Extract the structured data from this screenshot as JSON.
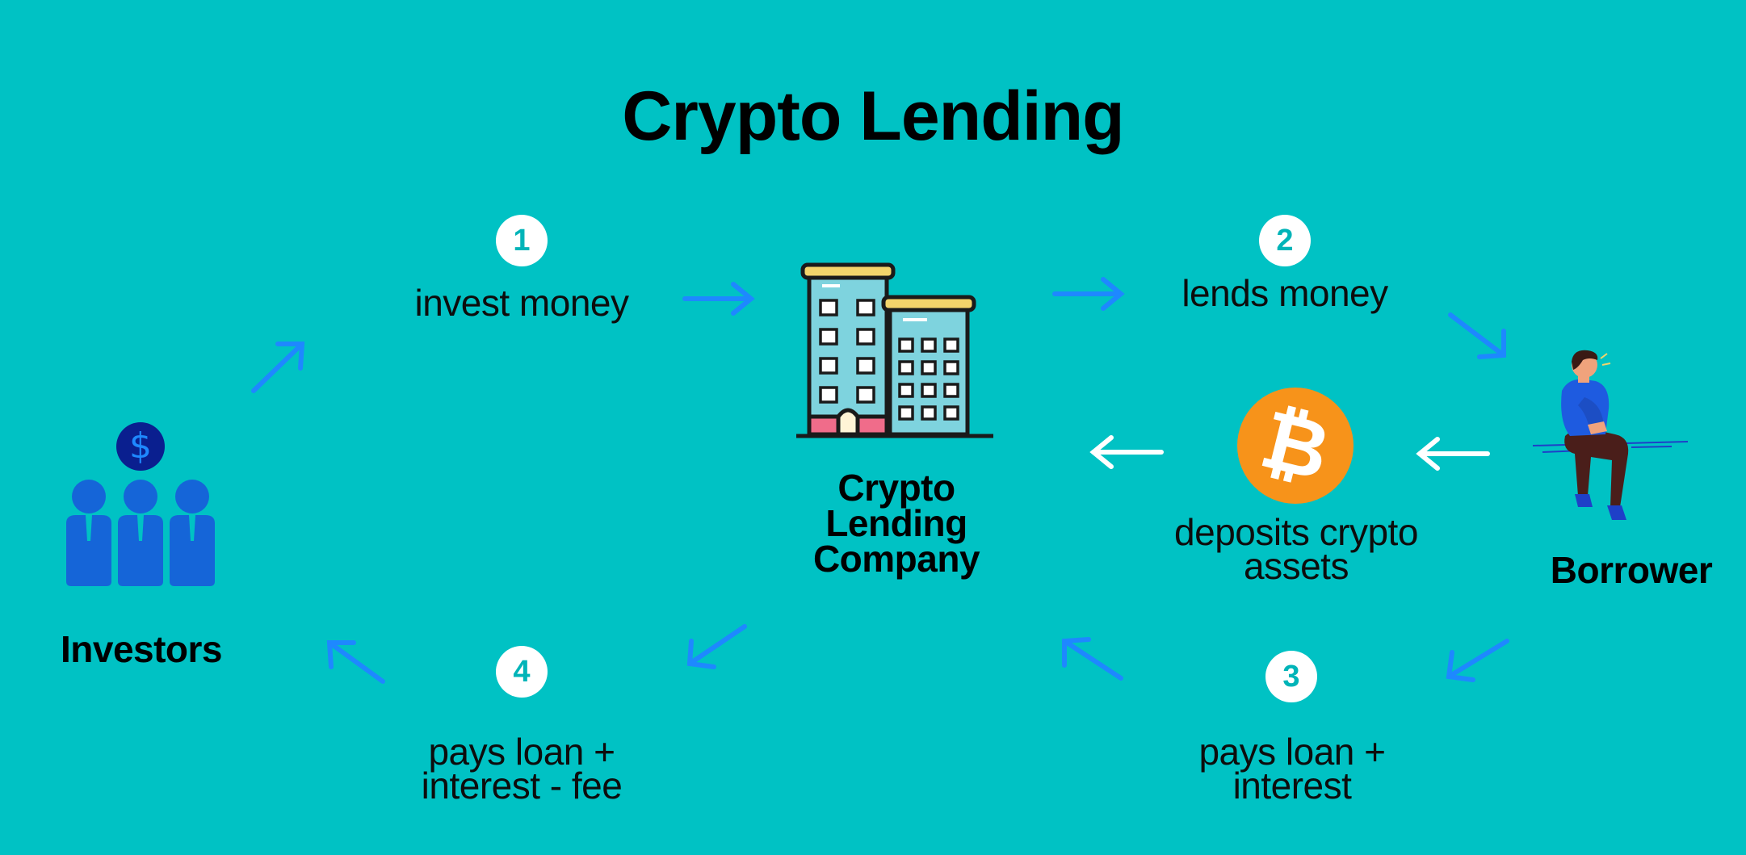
{
  "title": "Crypto Lending",
  "actors": {
    "investors": "Investors",
    "company_line1": "Crypto",
    "company_line2": "Lending",
    "company_line3": "Company",
    "borrower": "Borrower"
  },
  "steps": [
    {
      "number": "1",
      "label": "invest money"
    },
    {
      "number": "2",
      "label": "lends money"
    },
    {
      "number": "3",
      "label_line1": "pays loan +",
      "label_line2": "interest"
    },
    {
      "number": "4",
      "label_line1": "pays loan +",
      "label_line2": "interest - fee"
    }
  ],
  "collateral": {
    "label_line1": "deposits crypto",
    "label_line2": "assets",
    "symbol": "₿"
  },
  "investor_icon_symbol": "$",
  "colors": {
    "background": "#00C2C4",
    "arrow_blue": "#1E88FF",
    "arrow_white": "#FFFFFF",
    "bitcoin_orange": "#F7931A",
    "people_blue": "#1565D8",
    "dollar_navy": "#0A1F8F"
  },
  "icons": [
    "investors-group-icon",
    "dollar-coin-icon",
    "office-building-icon",
    "bitcoin-coin-icon",
    "borrower-person-icon"
  ]
}
